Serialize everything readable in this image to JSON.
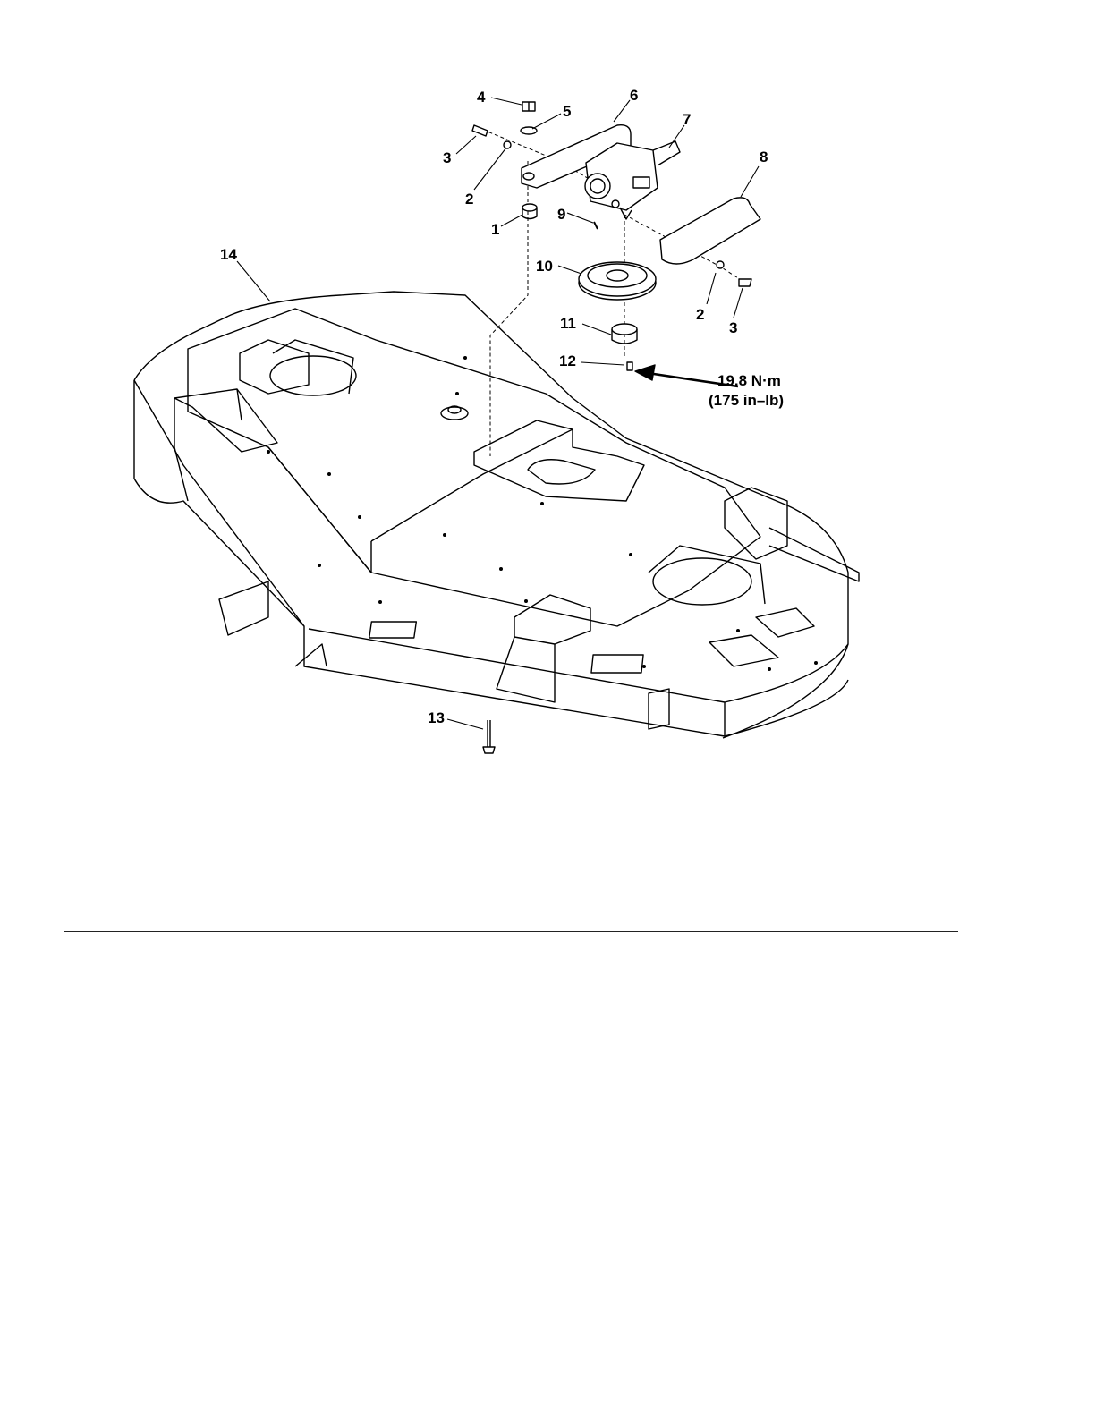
{
  "callouts": {
    "c1": "1",
    "c2a": "2",
    "c2b": "2",
    "c3a": "3",
    "c3b": "3",
    "c4": "4",
    "c5": "5",
    "c6": "6",
    "c7": "7",
    "c8": "8",
    "c9": "9",
    "c10": "10",
    "c11": "11",
    "c12": "12",
    "c13": "13",
    "c14": "14"
  },
  "torque": {
    "line1": "19.8 N·m",
    "line2": "(175 in–lb)"
  }
}
